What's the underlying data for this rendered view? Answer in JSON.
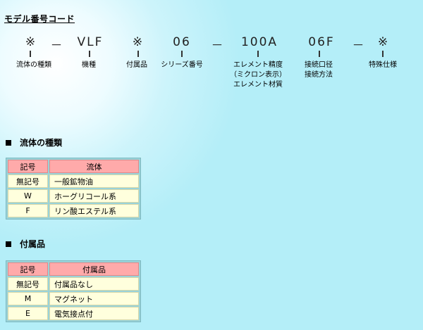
{
  "title": "モデル番号コード",
  "code": {
    "parts": [
      {
        "value": "※",
        "caption": [
          "流体の種類"
        ]
      },
      {
        "value": "VLF",
        "caption": [
          "機種"
        ]
      },
      {
        "value": "※",
        "caption": [
          "付属品"
        ]
      },
      {
        "value": "06",
        "caption": [
          "シリーズ番号"
        ]
      },
      {
        "value": "100A",
        "caption": [
          "エレメント精度",
          "（ミクロン表示）",
          "エレメント材質"
        ]
      },
      {
        "value": "06F",
        "caption": [
          "接続口径",
          "接続方法"
        ]
      },
      {
        "value": "※",
        "caption": [
          "特殊仕様"
        ]
      }
    ],
    "dash": "－"
  },
  "sections": [
    {
      "heading": "流体の種類",
      "headers": [
        "記号",
        "流体"
      ],
      "rows": [
        [
          "無記号",
          "一般鉱物油"
        ],
        [
          "W",
          "ホーグリコール系"
        ],
        [
          "F",
          "リン酸エステル系"
        ]
      ]
    },
    {
      "heading": "付属品",
      "headers": [
        "記号",
        "付属品"
      ],
      "rows": [
        [
          "無記号",
          "付属品なし"
        ],
        [
          "M",
          "マグネット"
        ],
        [
          "E",
          "電気接点付"
        ]
      ]
    }
  ]
}
